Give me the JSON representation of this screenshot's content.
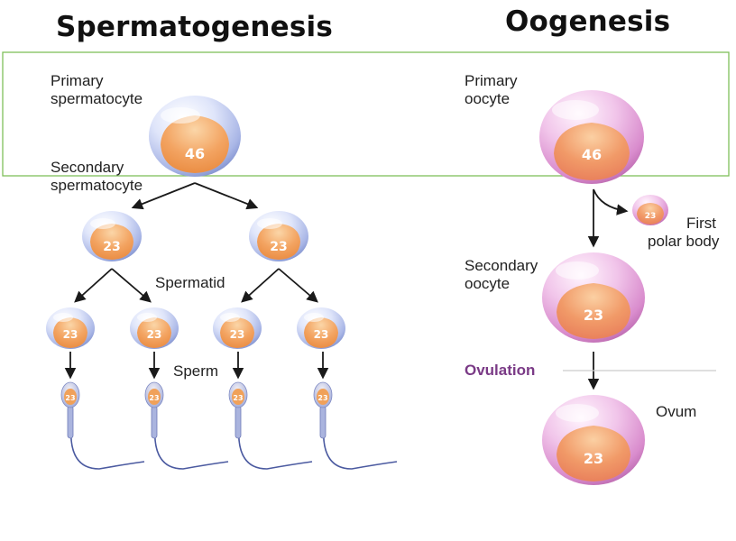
{
  "titles": {
    "spermatogenesis": "Spermatogenesis",
    "oogenesis": "Oogenesis"
  },
  "labels": {
    "primary_spermatocyte_line1": "Primary",
    "primary_spermatocyte_line2": "spermatocyte",
    "secondary_spermatocyte_line1": "Secondary",
    "secondary_spermatocyte_line2": "spermatocyte",
    "spermatid": "Spermatid",
    "sperm": "Sperm",
    "primary_oocyte_line1": "Primary",
    "primary_oocyte_line2": "oocyte",
    "first_polar_body_line1": "First",
    "first_polar_body_line2": "polar body",
    "secondary_oocyte_line1": "Secondary",
    "secondary_oocyte_line2": "oocyte",
    "ovulation": "Ovulation",
    "ovum": "Ovum"
  },
  "chromosomes": {
    "primary_spermatocyte": "46",
    "secondary_spermatocyte_left": "23",
    "secondary_spermatocyte_right": "23",
    "spermatid_1": "23",
    "spermatid_2": "23",
    "spermatid_3": "23",
    "spermatid_4": "23",
    "sperm_1": "23",
    "sperm_2": "23",
    "sperm_3": "23",
    "sperm_4": "23",
    "primary_oocyte": "46",
    "first_polar_body": "23",
    "secondary_oocyte": "23",
    "ovum": "23"
  },
  "colors": {
    "sperm_cell": "#b9c7ee",
    "egg_cell": "#e7a9dc",
    "nucleus": "#ef9a52",
    "highlight_box": "#7fbf5a",
    "ovulation_text": "#7a3a86"
  }
}
